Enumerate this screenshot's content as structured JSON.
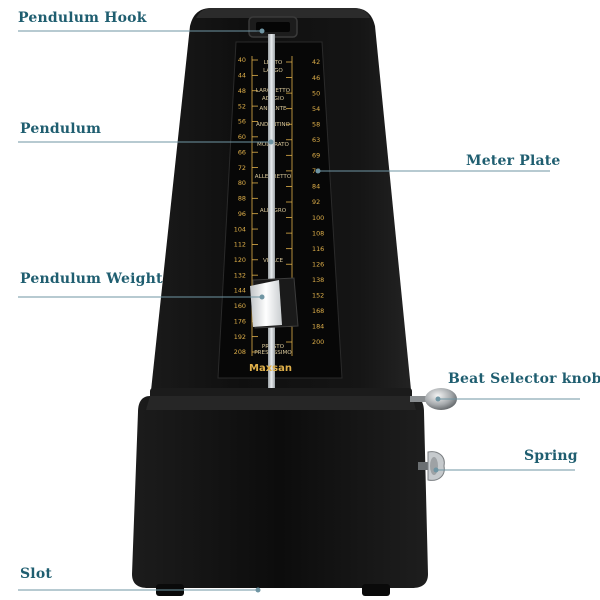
{
  "labels": {
    "pendulum_hook": "Pendulum Hook",
    "pendulum": "Pendulum",
    "meter_plate": "Meter Plate",
    "pendulum_weight": "Pendulum Weight",
    "beat_selector_knob": "Beat Selector knob",
    "spring": "Spring",
    "slot": "Slot"
  },
  "brand": "Maxsan",
  "scale_left": [
    "40",
    "44",
    "48",
    "52",
    "56",
    "60",
    "66",
    "72",
    "80",
    "88",
    "96",
    "104",
    "112",
    "120",
    "132",
    "144",
    "160",
    "176",
    "192",
    "208"
  ],
  "scale_right": [
    "42",
    "46",
    "50",
    "54",
    "58",
    "63",
    "69",
    "76",
    "84",
    "92",
    "100",
    "108",
    "116",
    "126",
    "138",
    "152",
    "168",
    "184",
    "200"
  ],
  "tempo_marks": [
    "LENTO",
    "LARGO",
    "LARGHETTO",
    "ADAGIO",
    "ANDANTE",
    "ANDANTINO",
    "MODERATO",
    "ALLEGRETTO",
    "ALLEGRO",
    "VIVACE",
    "PRESTO",
    "PRESTISSIMO"
  ],
  "colors": {
    "body": "#121212",
    "plate": "#0a0a0a",
    "scale": "#e0b04a",
    "callout_text": "#1f5e70",
    "callout_line": "#6f95a3",
    "pendulum_rod": "#cfd3d6"
  }
}
